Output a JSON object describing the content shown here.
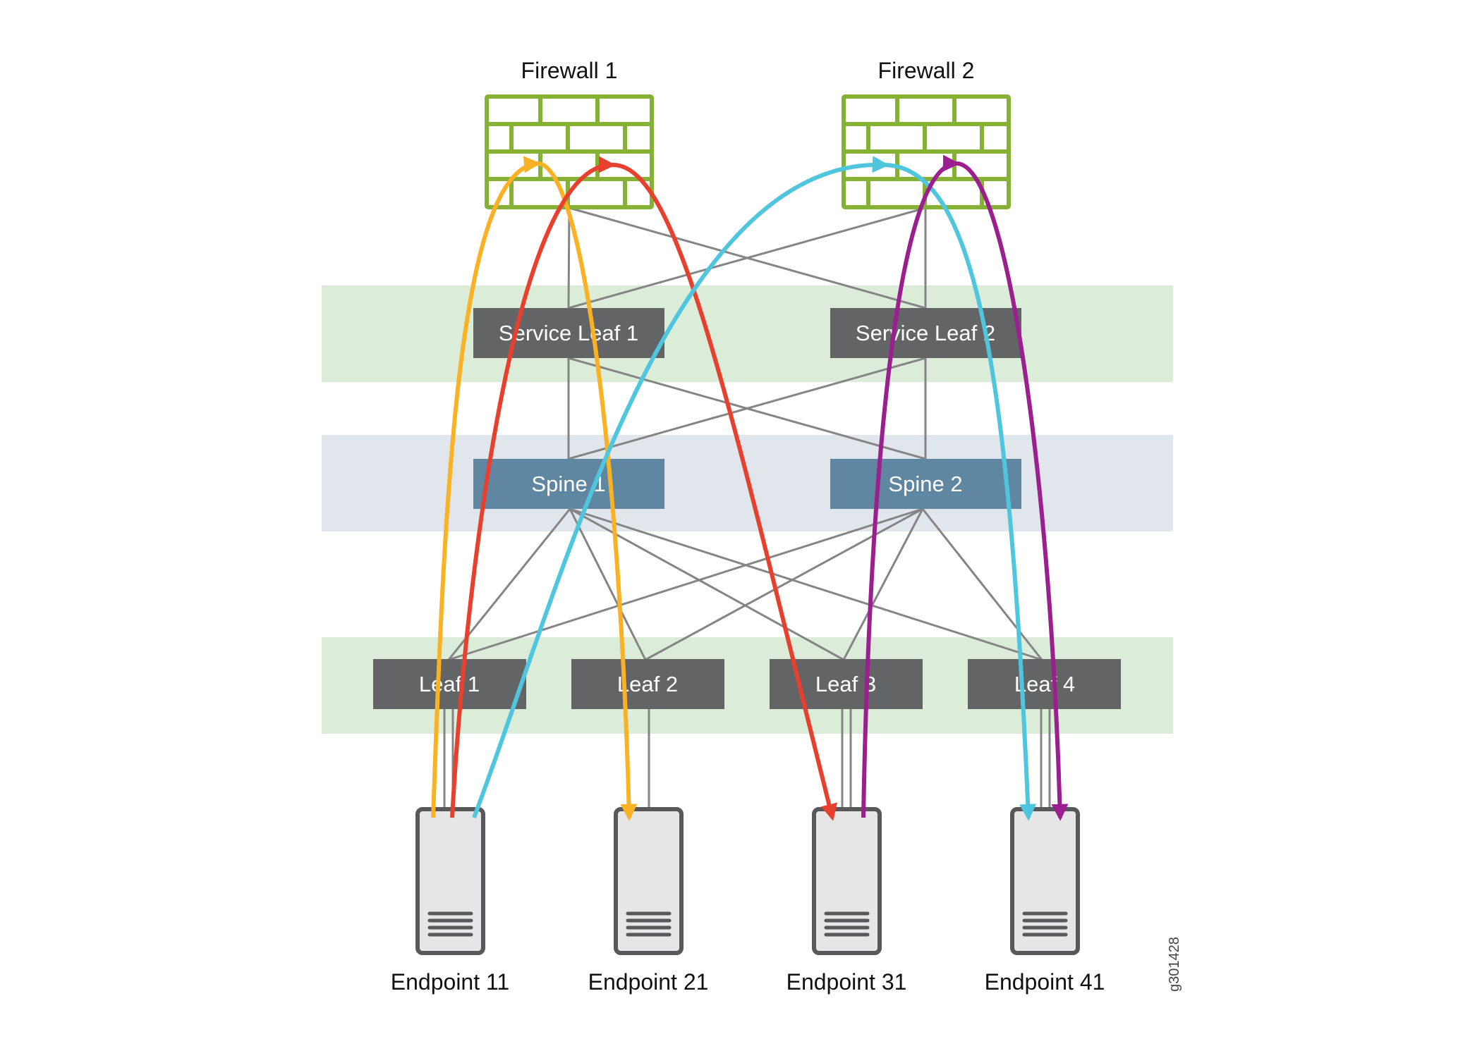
{
  "firewalls": [
    {
      "id": "fw1",
      "label": "Firewall 1"
    },
    {
      "id": "fw2",
      "label": "Firewall 2"
    }
  ],
  "service_leaves": [
    {
      "id": "sl1",
      "label": "Service Leaf 1"
    },
    {
      "id": "sl2",
      "label": "Service Leaf 2"
    }
  ],
  "spines": [
    {
      "id": "sp1",
      "label": "Spine 1"
    },
    {
      "id": "sp2",
      "label": "Spine 2"
    }
  ],
  "leaves": [
    {
      "id": "l1",
      "label": "Leaf 1"
    },
    {
      "id": "l2",
      "label": "Leaf 2"
    },
    {
      "id": "l3",
      "label": "Leaf 3"
    },
    {
      "id": "l4",
      "label": "Leaf 4"
    }
  ],
  "endpoints": [
    {
      "id": "e11",
      "label": "Endpoint 11"
    },
    {
      "id": "e21",
      "label": "Endpoint 21"
    },
    {
      "id": "e31",
      "label": "Endpoint 31"
    },
    {
      "id": "e41",
      "label": "Endpoint 41"
    }
  ],
  "links": [
    [
      "fw1",
      "sl1"
    ],
    [
      "fw1",
      "sl2"
    ],
    [
      "fw2",
      "sl1"
    ],
    [
      "fw2",
      "sl2"
    ],
    [
      "sl1",
      "sp1"
    ],
    [
      "sl1",
      "sp2"
    ],
    [
      "sl2",
      "sp1"
    ],
    [
      "sl2",
      "sp2"
    ],
    [
      "sp1",
      "l1"
    ],
    [
      "sp1",
      "l2"
    ],
    [
      "sp1",
      "l3"
    ],
    [
      "sp1",
      "l4"
    ],
    [
      "sp2",
      "l1"
    ],
    [
      "sp2",
      "l2"
    ],
    [
      "sp2",
      "l3"
    ],
    [
      "sp2",
      "l4"
    ],
    [
      "l1",
      "e11"
    ],
    [
      "l2",
      "e21"
    ],
    [
      "l3",
      "e31"
    ],
    [
      "l4",
      "e41"
    ]
  ],
  "flows": [
    {
      "name": "orange-flow",
      "color": "#FBB124",
      "via": "Firewall 1",
      "to": "Endpoint 11 / Endpoint 21"
    },
    {
      "name": "red-flow",
      "color": "#E8402F",
      "via": "Firewall 1",
      "to": "Endpoint 11 / Endpoint 31"
    },
    {
      "name": "cyan-flow",
      "color": "#4FC6DE",
      "via": "Firewall 2",
      "to": "Endpoint 11 / Endpoint 41"
    },
    {
      "name": "purple-flow",
      "color": "#9B1F8E",
      "via": "Firewall 2",
      "to": "Endpoint 31 / Endpoint 41"
    }
  ],
  "colors": {
    "firewall": "#85B135",
    "device_box": "#636466",
    "spine_box": "#5F87A1",
    "service_band": "#DBEDD9",
    "spine_band": "#E0E6EC",
    "link": "#858585",
    "server_fill": "#E6E6E6",
    "server_stroke": "#58585A"
  },
  "figure_id": "g301428"
}
